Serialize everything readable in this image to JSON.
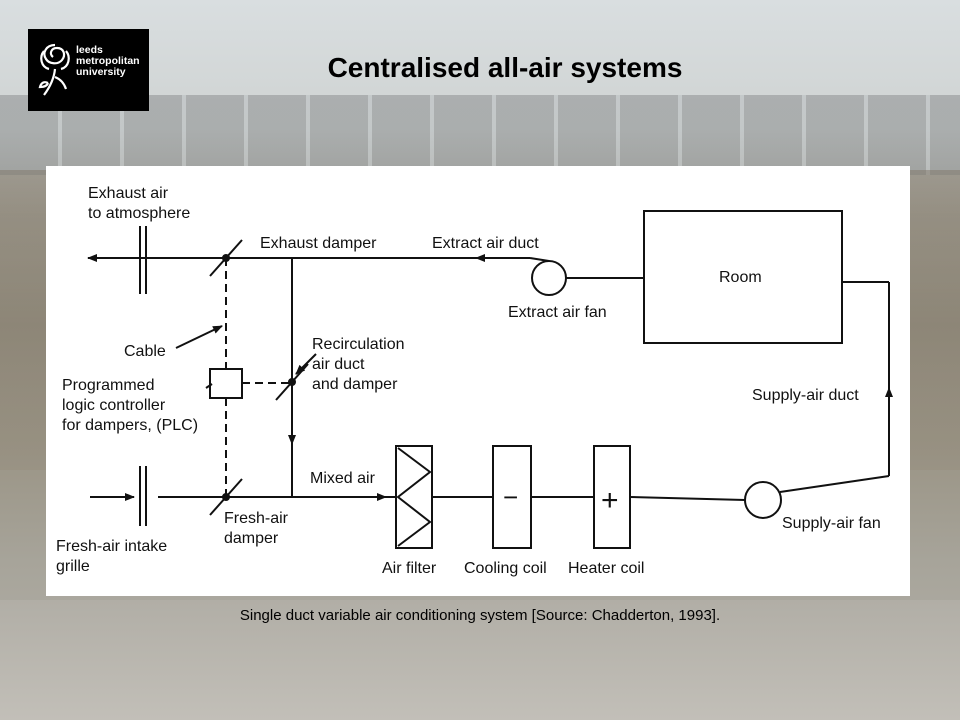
{
  "slide": {
    "title": "Centralised all-air systems",
    "caption": "Single duct variable air conditioning system [Source: Chadderton, 1993]."
  },
  "logo": {
    "line1": "leeds",
    "line2": "metropolitan",
    "line3": "university"
  },
  "diagram": {
    "exhaust_air_l1": "Exhaust air",
    "exhaust_air_l2": "to atmosphere",
    "exhaust_damper": "Exhaust damper",
    "extract_air_duct": "Extract air duct",
    "extract_air_fan": "Extract air fan",
    "room": "Room",
    "cable": "Cable",
    "recirc_l1": "Recirculation",
    "recirc_l2": "air duct",
    "recirc_l3": "and damper",
    "plc_l1": "Programmed",
    "plc_l2": "logic controller",
    "plc_l3": "for dampers, (PLC)",
    "supply_air_duct": "Supply-air duct",
    "mixed_air": "Mixed air",
    "fresh_intake_l1": "Fresh-air intake",
    "fresh_intake_l2": "grille",
    "fresh_damper_l1": "Fresh-air",
    "fresh_damper_l2": "damper",
    "air_filter": "Air filter",
    "cooling_coil": "Cooling coil",
    "heater_coil": "Heater coil",
    "supply_air_fan": "Supply-air fan",
    "cooling_symbol": "−",
    "heater_symbol": "+"
  }
}
